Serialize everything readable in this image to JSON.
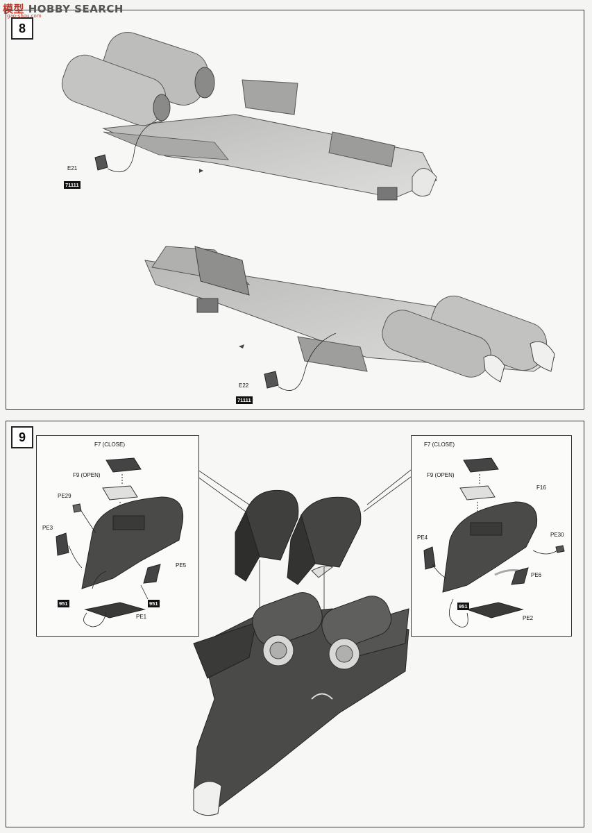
{
  "watermark": {
    "brand_cjk": "模型",
    "brand": "HOBBY SEARCH",
    "url": "gao-shou.com"
  },
  "step8": {
    "number": "8",
    "parts": [
      {
        "label": "E21",
        "paint": "71111"
      },
      {
        "label": "E22",
        "paint": "71111"
      }
    ]
  },
  "step9": {
    "number": "9",
    "left_inset": {
      "close_label": "F7 (CLOSE)",
      "open_label": "F9 (OPEN)",
      "parts": [
        "PE29",
        "PE3",
        "PE5",
        "PE1"
      ],
      "paint": [
        "951",
        "951"
      ]
    },
    "right_inset": {
      "close_label": "F7 (CLOSE)",
      "open_label": "F9 (OPEN)",
      "parts": [
        "F16",
        "PE4",
        "PE30",
        "PE6",
        "PE2"
      ],
      "paint": [
        "951"
      ]
    }
  },
  "colors": {
    "ink": "#111111",
    "panel": "#f7f7f5",
    "model_light": "#c9c9c7",
    "model_dark": "#4a4a48"
  }
}
